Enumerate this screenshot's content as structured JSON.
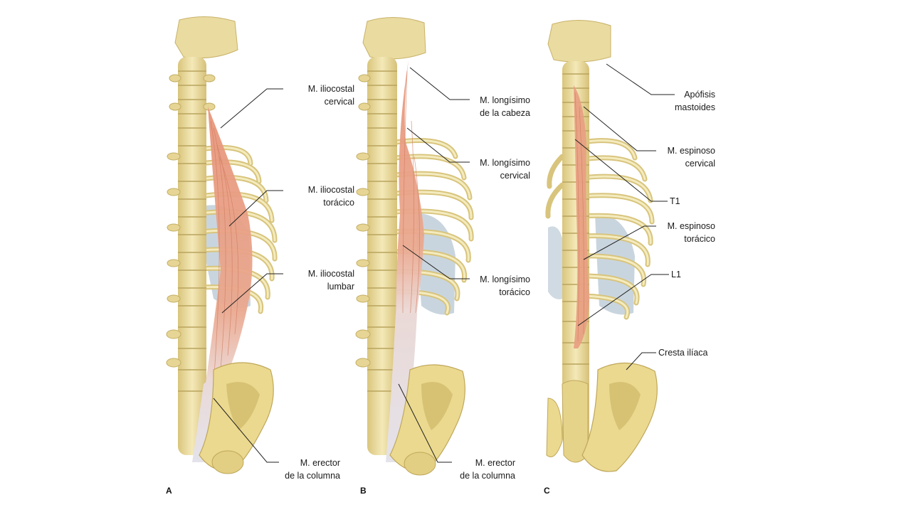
{
  "panels": [
    {
      "letter": "A",
      "labels": [
        {
          "line1": "M. iliocostal",
          "line2": "cervical"
        },
        {
          "line1": "M. iliocostal",
          "line2": "torácico"
        },
        {
          "line1": "M. iliocostal",
          "line2": "lumbar"
        },
        {
          "line1": "M. erector",
          "line2": "de la columna"
        }
      ]
    },
    {
      "letter": "B",
      "labels": [
        {
          "line1": "M. longísimo",
          "line2": "de la cabeza"
        },
        {
          "line1": "M. longísimo",
          "line2": "cervical"
        },
        {
          "line1": "M. longísimo",
          "line2": "torácico"
        },
        {
          "line1": "M. erector",
          "line2": "de la columna"
        }
      ]
    },
    {
      "letter": "C",
      "labels": [
        {
          "line1": "Apófisis",
          "line2": "mastoides"
        },
        {
          "line1": "M. espinoso",
          "line2": "cervical"
        },
        {
          "line1": "T1",
          "line2": ""
        },
        {
          "line1": "M. espinoso",
          "line2": "torácico"
        },
        {
          "line1": "L1",
          "line2": ""
        },
        {
          "line1": "Cresta ilíaca",
          "line2": ""
        }
      ]
    }
  ],
  "colors": {
    "bone": "#efe2a8",
    "bone_dark": "#cdb86a",
    "muscle": "#e8a284",
    "tendon": "#e9e6ea",
    "lung": "#b9c7d3",
    "leader": "#222222"
  }
}
